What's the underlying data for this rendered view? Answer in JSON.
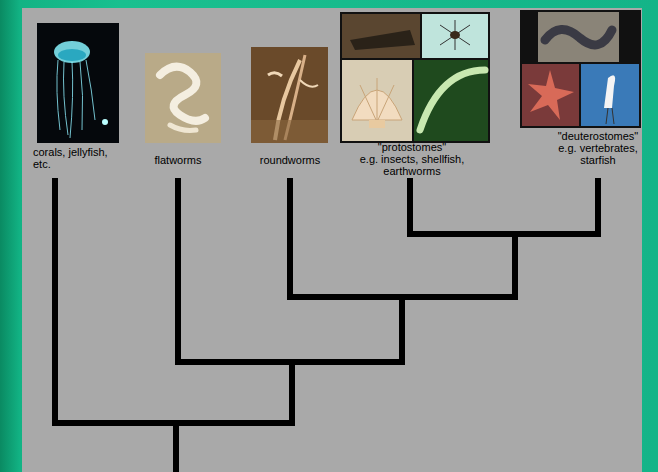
{
  "diagram": {
    "nodes": [
      {
        "text": [
          "corals, jellyfish, etc."
        ]
      },
      {
        "text": [
          "flatworms"
        ]
      },
      {
        "text": [
          "roundworms"
        ]
      },
      {
        "text": [
          "\"protostomes\"",
          "e.g. insects, shellfish, earthworms"
        ]
      },
      {
        "text": [
          "\"deuterostomes\"",
          "e.g. vertebrates, starfish"
        ]
      }
    ]
  }
}
